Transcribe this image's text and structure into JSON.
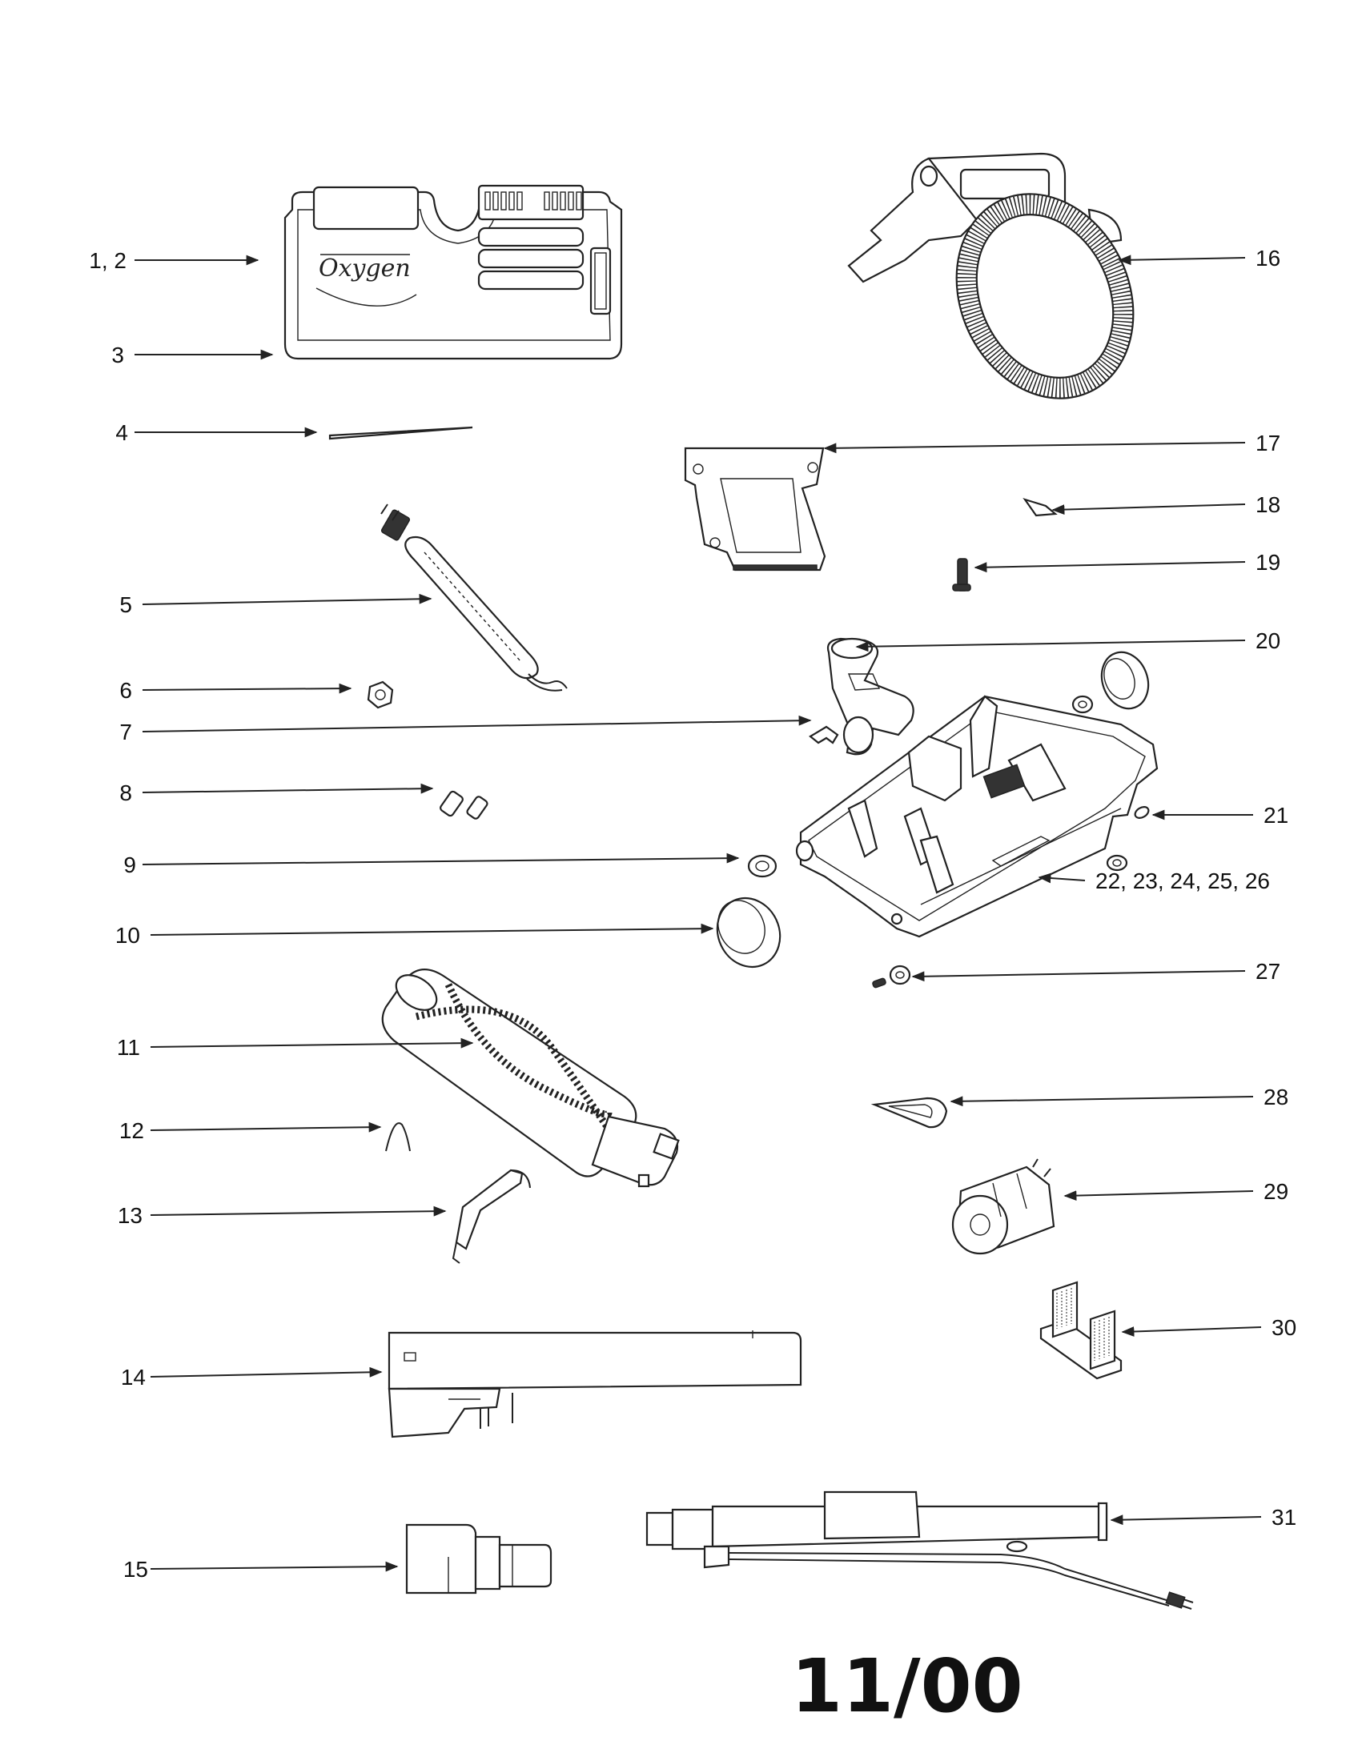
{
  "title": "11/00",
  "logo_text": "Oxygen",
  "callouts": {
    "c1": "1, 2",
    "c3": "3",
    "c4": "4",
    "c5": "5",
    "c6": "6",
    "c7": "7",
    "c8": "8",
    "c9": "9",
    "c10": "10",
    "c11": "11",
    "c12": "12",
    "c13": "13",
    "c14": "14",
    "c15": "15",
    "c16": "16",
    "c17": "17",
    "c18": "18",
    "c19": "19",
    "c20": "20",
    "c21": "21",
    "c22": "22, 23, 24, 25, 26",
    "c27": "27",
    "c28": "28",
    "c29": "29",
    "c30": "30",
    "c31": "31"
  }
}
